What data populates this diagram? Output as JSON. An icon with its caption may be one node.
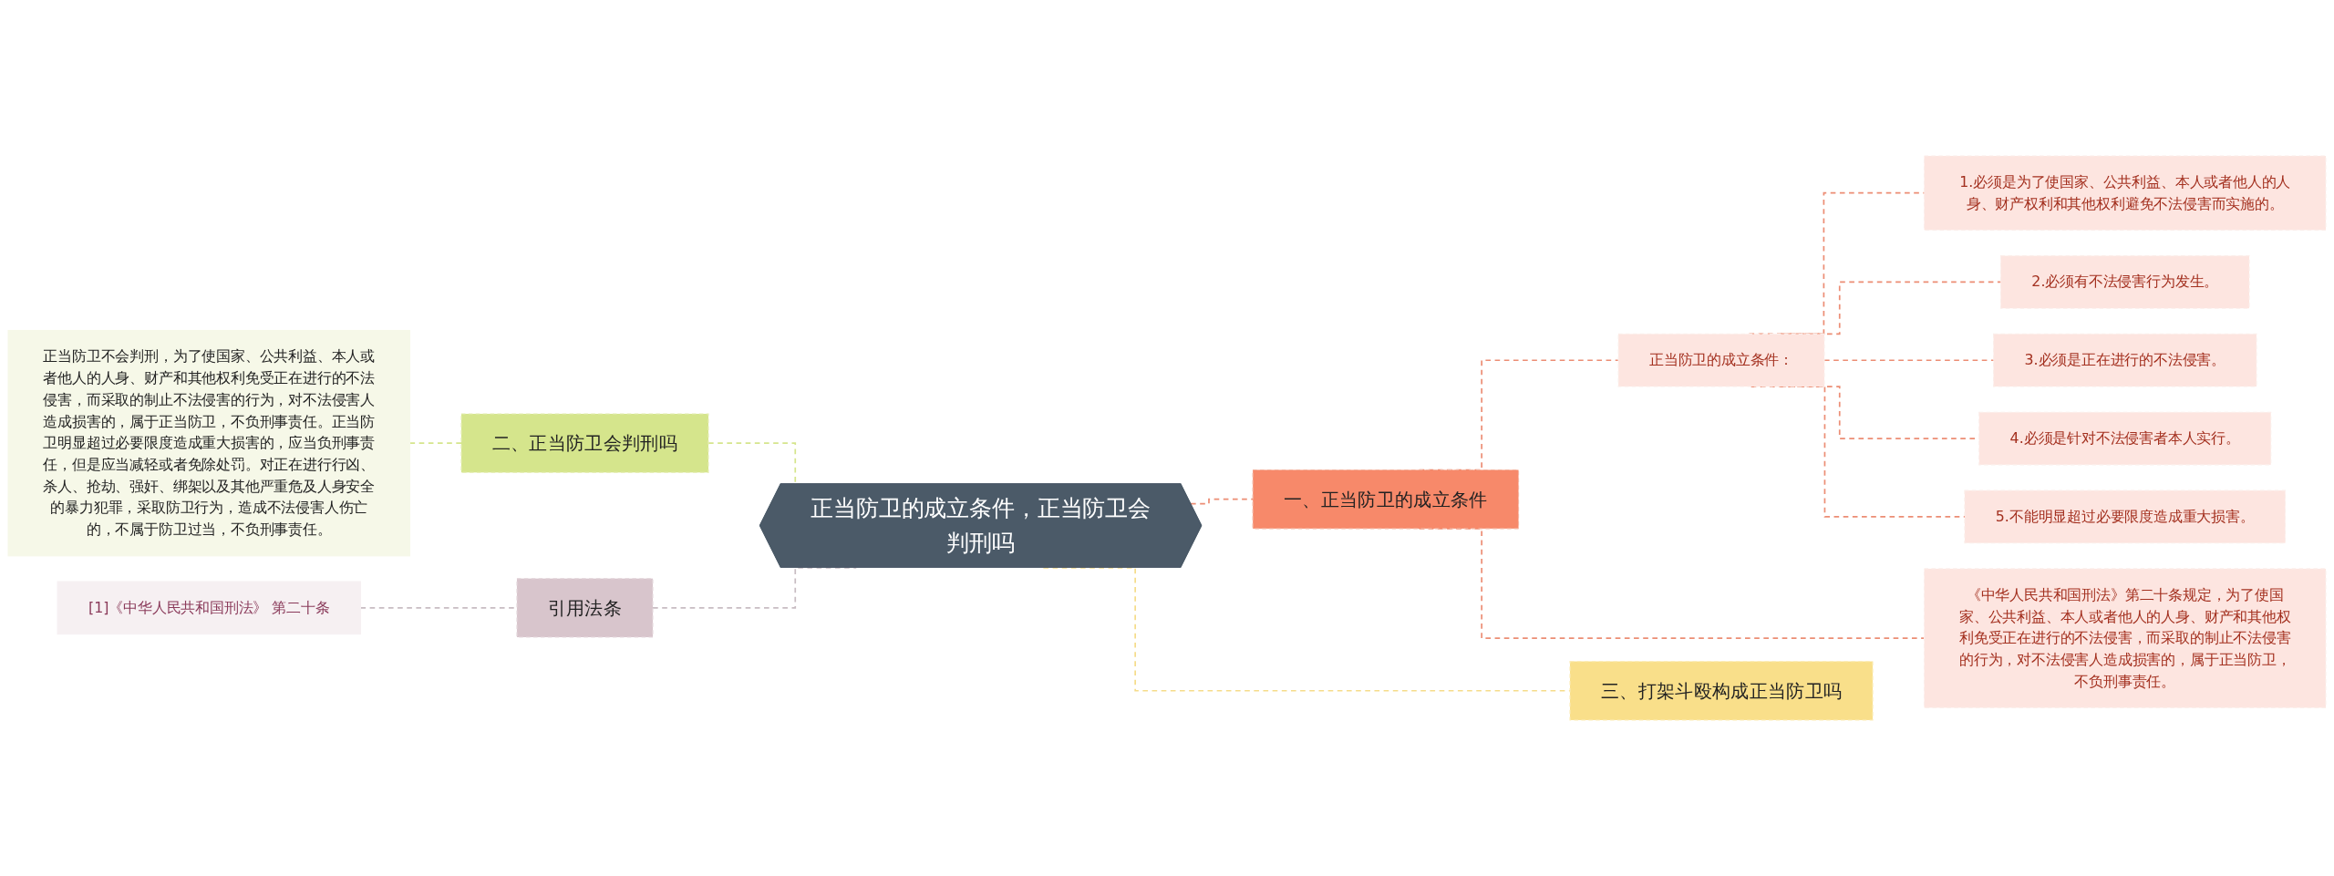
{
  "diagram": {
    "nodes": [
      {
        "text": [
          "正当防卫的成立条件，正当防卫会判刑吗"
        ]
      },
      {
        "text": [
          "一、正当防卫的成立条件"
        ]
      },
      {
        "text": [
          "正当防卫的成立条件："
        ]
      },
      {
        "text": [
          "1.必须是为了使国家、公共利益、本人或者他人的人身、财产权利和其他权利避免不法侵害而实施的。"
        ]
      },
      {
        "text": [
          "2.必须有不法侵害行为发生。"
        ]
      },
      {
        "text": [
          "3.必须是正在进行的不法侵害。"
        ]
      },
      {
        "text": [
          "4.必须是针对不法侵害者本人实行。"
        ]
      },
      {
        "text": [
          "5.不能明显超过必要限度造成重大损害。"
        ]
      },
      {
        "text": [
          "《中华人民共和国刑法》第二十条规定，为了使国家、公共利益、本人或者他人的人身、财产和其他权利免受正在进行的不法侵害，而采取的制止不法侵害的行为，对不法侵害人造成损害的，属于正当防卫，不负刑事责任。"
        ]
      },
      {
        "text": [
          "三、打架斗殴构成正当防卫吗"
        ]
      },
      {
        "text": [
          "二、正当防卫会判刑吗"
        ]
      },
      {
        "text": [
          "正当防卫不会判刑，为了使国家、公共利益、本人或者他人的人身、财产和其他权利免受正在进行的不法侵害，而采取的制止不法侵害的行为，对不法侵害人造成损害的，属于正当防卫，不负刑事责任。正当防卫明显超过必要限度造成重大损害的，应当负刑事责任，但是应当减轻或者免除处罚。对正在进行行凶、杀人、抢劫、强奸、绑架以及其他严重危及人身安全的暴力犯罪，采取防卫行为，造成不法侵害人伤亡的，不属于防卫过当，不负刑事责任。"
        ]
      },
      {
        "text": [
          "引用法条"
        ]
      },
      {
        "text": [
          "[1]《中华人民共和国刑法》 第二十条"
        ]
      }
    ],
    "edges": [
      {
        "from": 0,
        "to": 1,
        "arrow": "none",
        "style": "dashed"
      },
      {
        "from": 1,
        "to": 2,
        "arrow": "none",
        "style": "dashed"
      },
      {
        "from": 2,
        "to": 3,
        "arrow": "none",
        "style": "dashed"
      },
      {
        "from": 2,
        "to": 4,
        "arrow": "none",
        "style": "dashed"
      },
      {
        "from": 2,
        "to": 5,
        "arrow": "none",
        "style": "dashed"
      },
      {
        "from": 2,
        "to": 6,
        "arrow": "none",
        "style": "dashed"
      },
      {
        "from": 2,
        "to": 7,
        "arrow": "none",
        "style": "dashed"
      },
      {
        "from": 1,
        "to": 8,
        "arrow": "none",
        "style": "dashed"
      },
      {
        "from": 0,
        "to": 9,
        "arrow": "none",
        "style": "dashed",
        "color": "#f5dc8a"
      },
      {
        "from": 10,
        "to": 0,
        "arrow": "none",
        "style": "dashed",
        "color": "#d5e58c"
      },
      {
        "from": 11,
        "to": 10,
        "arrow": "none",
        "style": "dashed",
        "color": "#d5e58c"
      },
      {
        "from": 12,
        "to": 0,
        "arrow": "none",
        "style": "dashed",
        "color": "#c8bcc2"
      },
      {
        "from": 13,
        "to": 12,
        "arrow": "none",
        "style": "dashed",
        "color": "#c8bcc2"
      }
    ]
  }
}
